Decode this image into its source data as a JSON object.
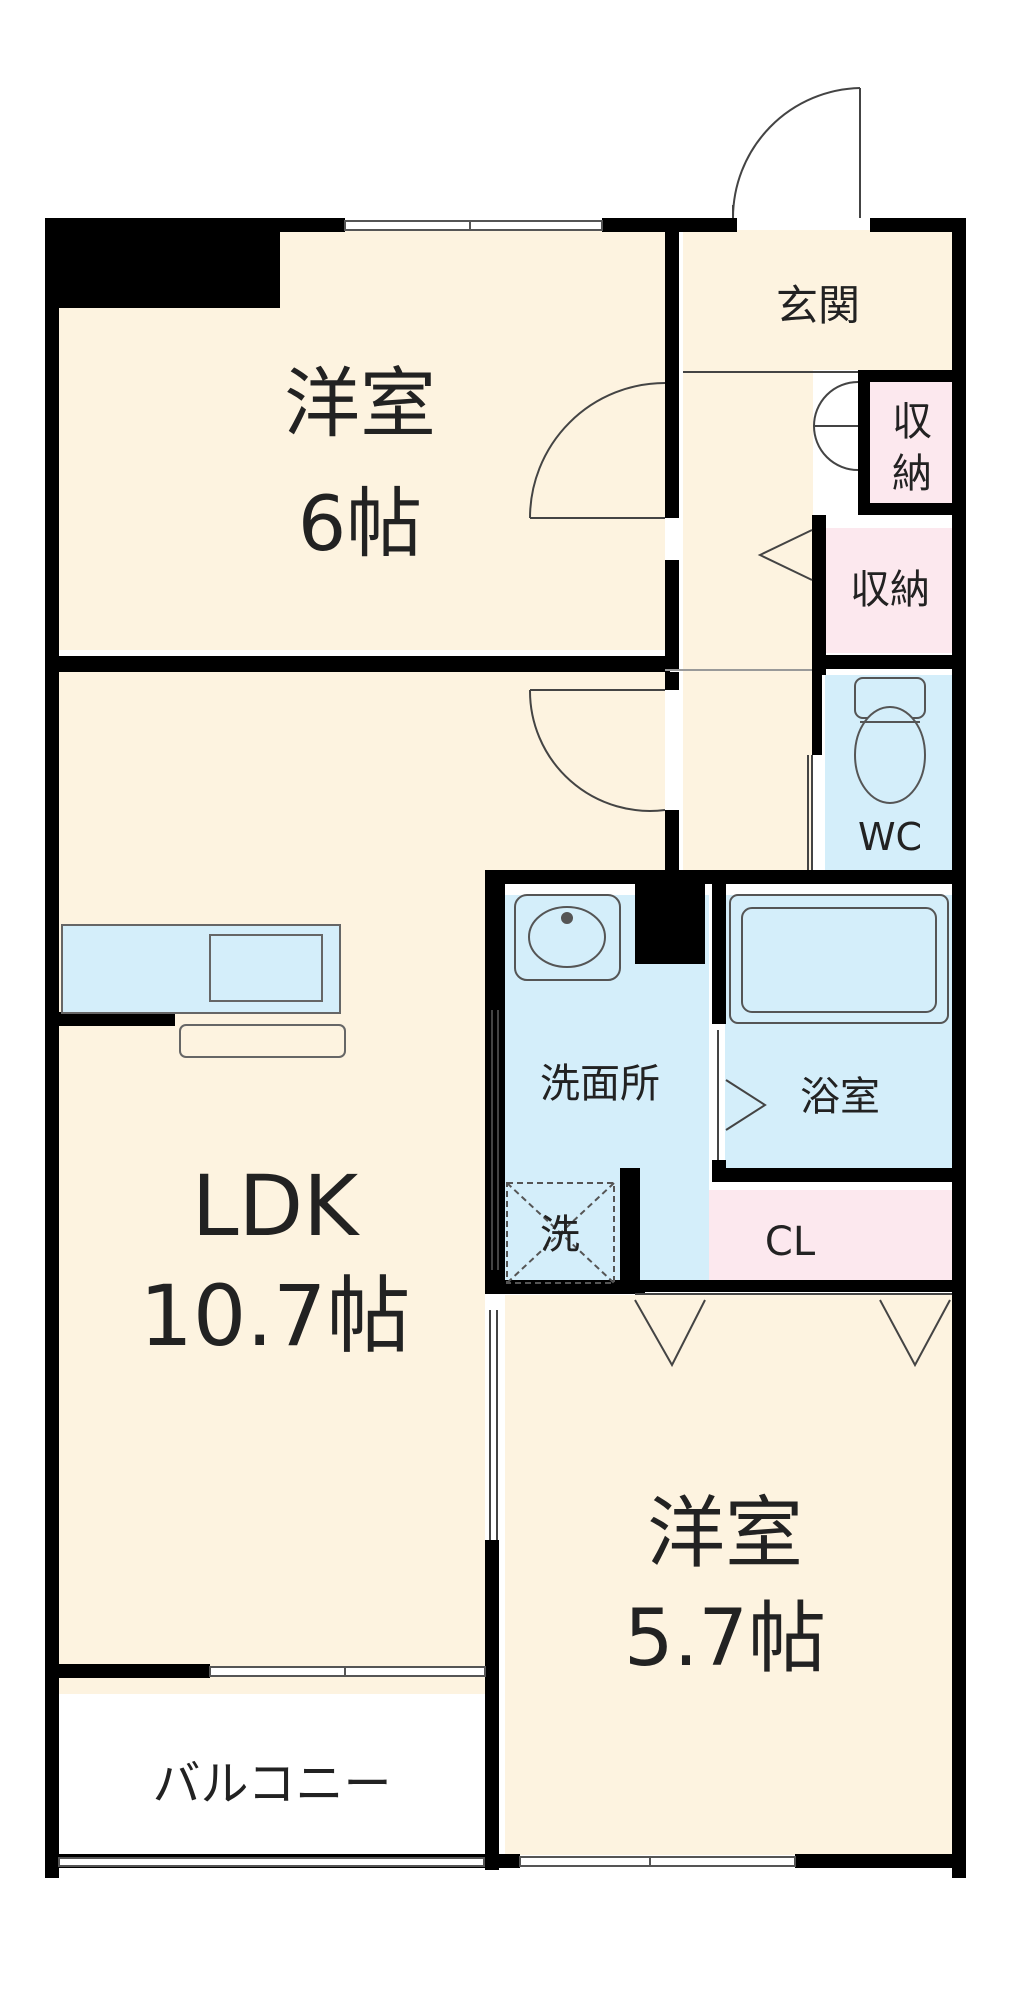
{
  "rooms": {
    "western_north": {
      "name": "洋室",
      "size": "6帖"
    },
    "entrance": {
      "name": "玄関"
    },
    "storage_small": {
      "line1": "収",
      "line2": "納"
    },
    "storage_hall": {
      "name": "収納"
    },
    "toilet": {
      "name": "WC"
    },
    "ldk": {
      "name": "LDK",
      "size": "10.7帖"
    },
    "washroom": {
      "name": "洗面所"
    },
    "washer": {
      "name": "洗"
    },
    "bath": {
      "name": "浴室"
    },
    "closet": {
      "name": "CL"
    },
    "western_south": {
      "name": "洋室",
      "size": "5.7帖"
    },
    "balcony": {
      "name": "バルコニー"
    }
  },
  "colors": {
    "room_floor": "#fdf3e0",
    "wet_area": "#d4eefa",
    "storage": "#fce8ee",
    "wall": "#000000",
    "balcony": "#ffffff"
  }
}
